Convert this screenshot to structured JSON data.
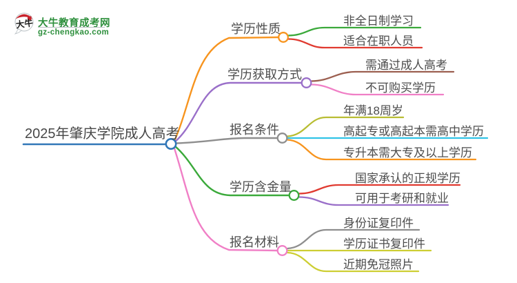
{
  "logo": {
    "icon_text": "大牛",
    "title": "大牛教育成考网",
    "subtitle": "gz-chengkao.com"
  },
  "root": {
    "label": "2025年肇庆学院成人高考",
    "color": "#3177b8"
  },
  "branches": [
    {
      "label": "学历性质",
      "color": "#f7941e",
      "children": [
        {
          "label": "非全日制学习",
          "color": "#3aa93a"
        },
        {
          "label": "适合在职人员",
          "color": "#e03a30"
        }
      ]
    },
    {
      "label": "学历获取方式",
      "color": "#9a6fc9",
      "children": [
        {
          "label": "需通过成人高考",
          "color": "#9c5f50"
        },
        {
          "label": "不可购买学历",
          "color": "#f07fc6"
        }
      ]
    },
    {
      "label": "报名条件",
      "color": "#8e8e8e",
      "children": [
        {
          "label": "年满18周岁",
          "color": "#b8bd32"
        },
        {
          "label": "高起专或高起本需高中学历",
          "color": "#30c3e6"
        },
        {
          "label": "专升本需大专及以上学历",
          "color": "#f7941e"
        }
      ]
    },
    {
      "label": "学历含金量",
      "color": "#3aa93a",
      "children": [
        {
          "label": "国家承认的正规学历",
          "color": "#e03a30"
        },
        {
          "label": "可用于考研和就业",
          "color": "#9a6fc9"
        }
      ]
    },
    {
      "label": "报名材料",
      "color": "#f07fc6",
      "children": [
        {
          "label": "身份证复印件",
          "color": "#8e8e8e"
        },
        {
          "label": "学历证书复印件",
          "color": "#cdce33"
        },
        {
          "label": "近期免冠照片",
          "color": "#cdce33"
        }
      ]
    }
  ],
  "colors": {
    "text": "#4d4d4d",
    "logo_green": "#2d8f3c",
    "seal_red": "#c8232c"
  }
}
